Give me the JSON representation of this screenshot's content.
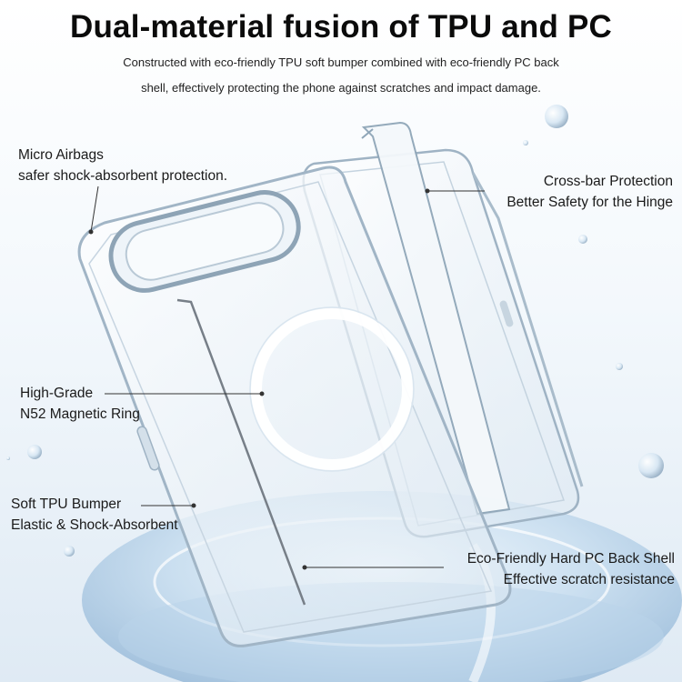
{
  "heading": {
    "title": "Dual-material fusion of TPU and PC",
    "subtitle_line1": "Constructed with eco-friendly TPU soft bumper combined with eco-friendly PC back",
    "subtitle_line2": "shell, effectively protecting the phone against scratches and impact damage."
  },
  "callouts": {
    "micro_airbags": {
      "line1": "Micro Airbags",
      "line2": "safer shock-absorbent protection."
    },
    "cross_bar": {
      "line1": "Cross-bar Protection",
      "line2": "Better Safety for the Hinge"
    },
    "magnetic_ring": {
      "line1": "High-Grade",
      "line2": "N52 Magnetic Ring"
    },
    "tpu_bumper": {
      "line1": "Soft TPU Bumper",
      "line2": "Elastic & Shock-Absorbent"
    },
    "pc_shell": {
      "line1": "Eco-Friendly Hard PC Back Shell",
      "line2": "Effective scratch resistance"
    }
  },
  "colors": {
    "pointer_line": "#333333",
    "case_edge": "#9fb3c4",
    "water": "#a9c8e3",
    "magnetic_ring": "#ffffff"
  }
}
